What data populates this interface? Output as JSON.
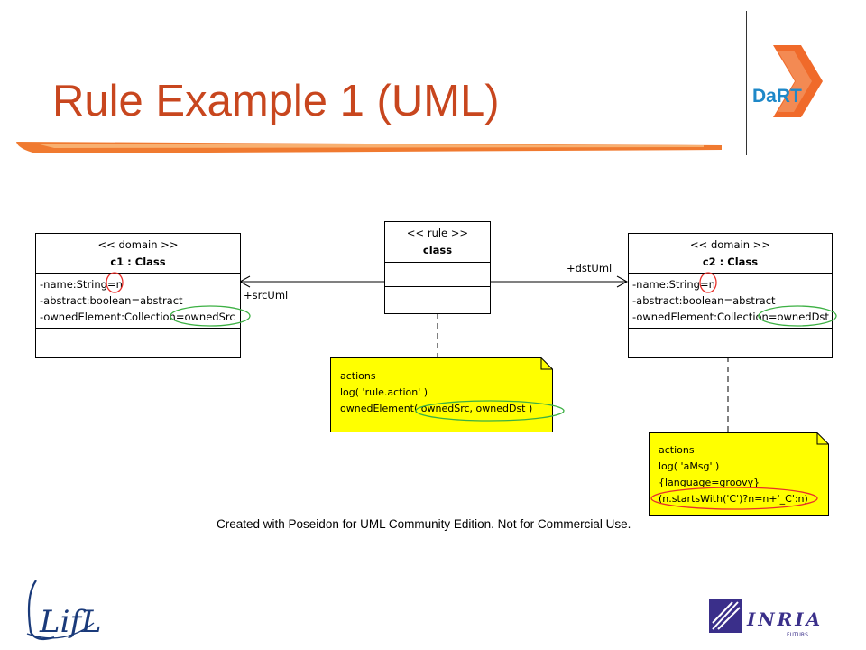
{
  "slide": {
    "title": "Rule Example 1 (UML)"
  },
  "diagram": {
    "c1": {
      "stereotype": "<< domain >>",
      "name": "c1 : Class",
      "attributes": [
        "-name:String=n",
        "-abstract:boolean=abstract",
        "-ownedElement:Collection=ownedSrc"
      ]
    },
    "rule": {
      "stereotype": "<< rule >>",
      "name": "class"
    },
    "c2": {
      "stereotype": "<< domain >>",
      "name": "c2 : Class",
      "attributes": [
        "-name:String=n",
        "-abstract:boolean=abstract",
        "-ownedElement:Collection=ownedDst"
      ]
    },
    "src_role": "+srcUml",
    "dst_role": "+dstUml",
    "note1": [
      "actions",
      "log( 'rule.action' )",
      "ownedElement( ownedSrc, ownedDst )"
    ],
    "note2": [
      "actions",
      "log( 'aMsg' )",
      "{language=groovy}",
      "(n.startsWith('C')?n=n+'_C':n)"
    ],
    "footer": "Created with Poseidon for UML Community Edition. Not for Commercial Use."
  },
  "logos": {
    "dart": "DaRT",
    "lifl": "LifL",
    "inria": "INRIA",
    "inria_sub": "FUTURS"
  },
  "colors": {
    "title": "#c8461e",
    "note_fill": "#ffff00",
    "highlight_red": "#e8302a",
    "highlight_green": "#3cb043",
    "dart_orange": "#f06a2a",
    "dart_blue": "#1e88c8",
    "inria_purple": "#3a2f8a"
  }
}
